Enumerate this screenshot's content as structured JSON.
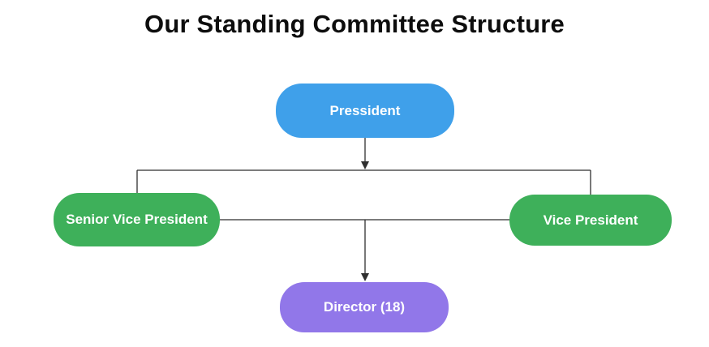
{
  "title": "Our Standing Committee Structure",
  "colors": {
    "president_fill": "#3FA0EA",
    "vice_president_fill": "#3EB05A",
    "director_fill": "#9177E9",
    "line": "#2F2F2F"
  },
  "nodes": {
    "president": {
      "label": "Pressident",
      "color": "#3FA0EA"
    },
    "senior_vice_president": {
      "label": "Senior Vice President",
      "color": "#3EB05A"
    },
    "vice_president": {
      "label": "Vice President",
      "color": "#3EB05A"
    },
    "director": {
      "label": "Director (18)",
      "color": "#9177E9"
    }
  },
  "hierarchy": {
    "root": "president",
    "children_of_president": [
      "senior_vice_president",
      "vice_president"
    ],
    "child_of_vice_presidents": "director"
  }
}
